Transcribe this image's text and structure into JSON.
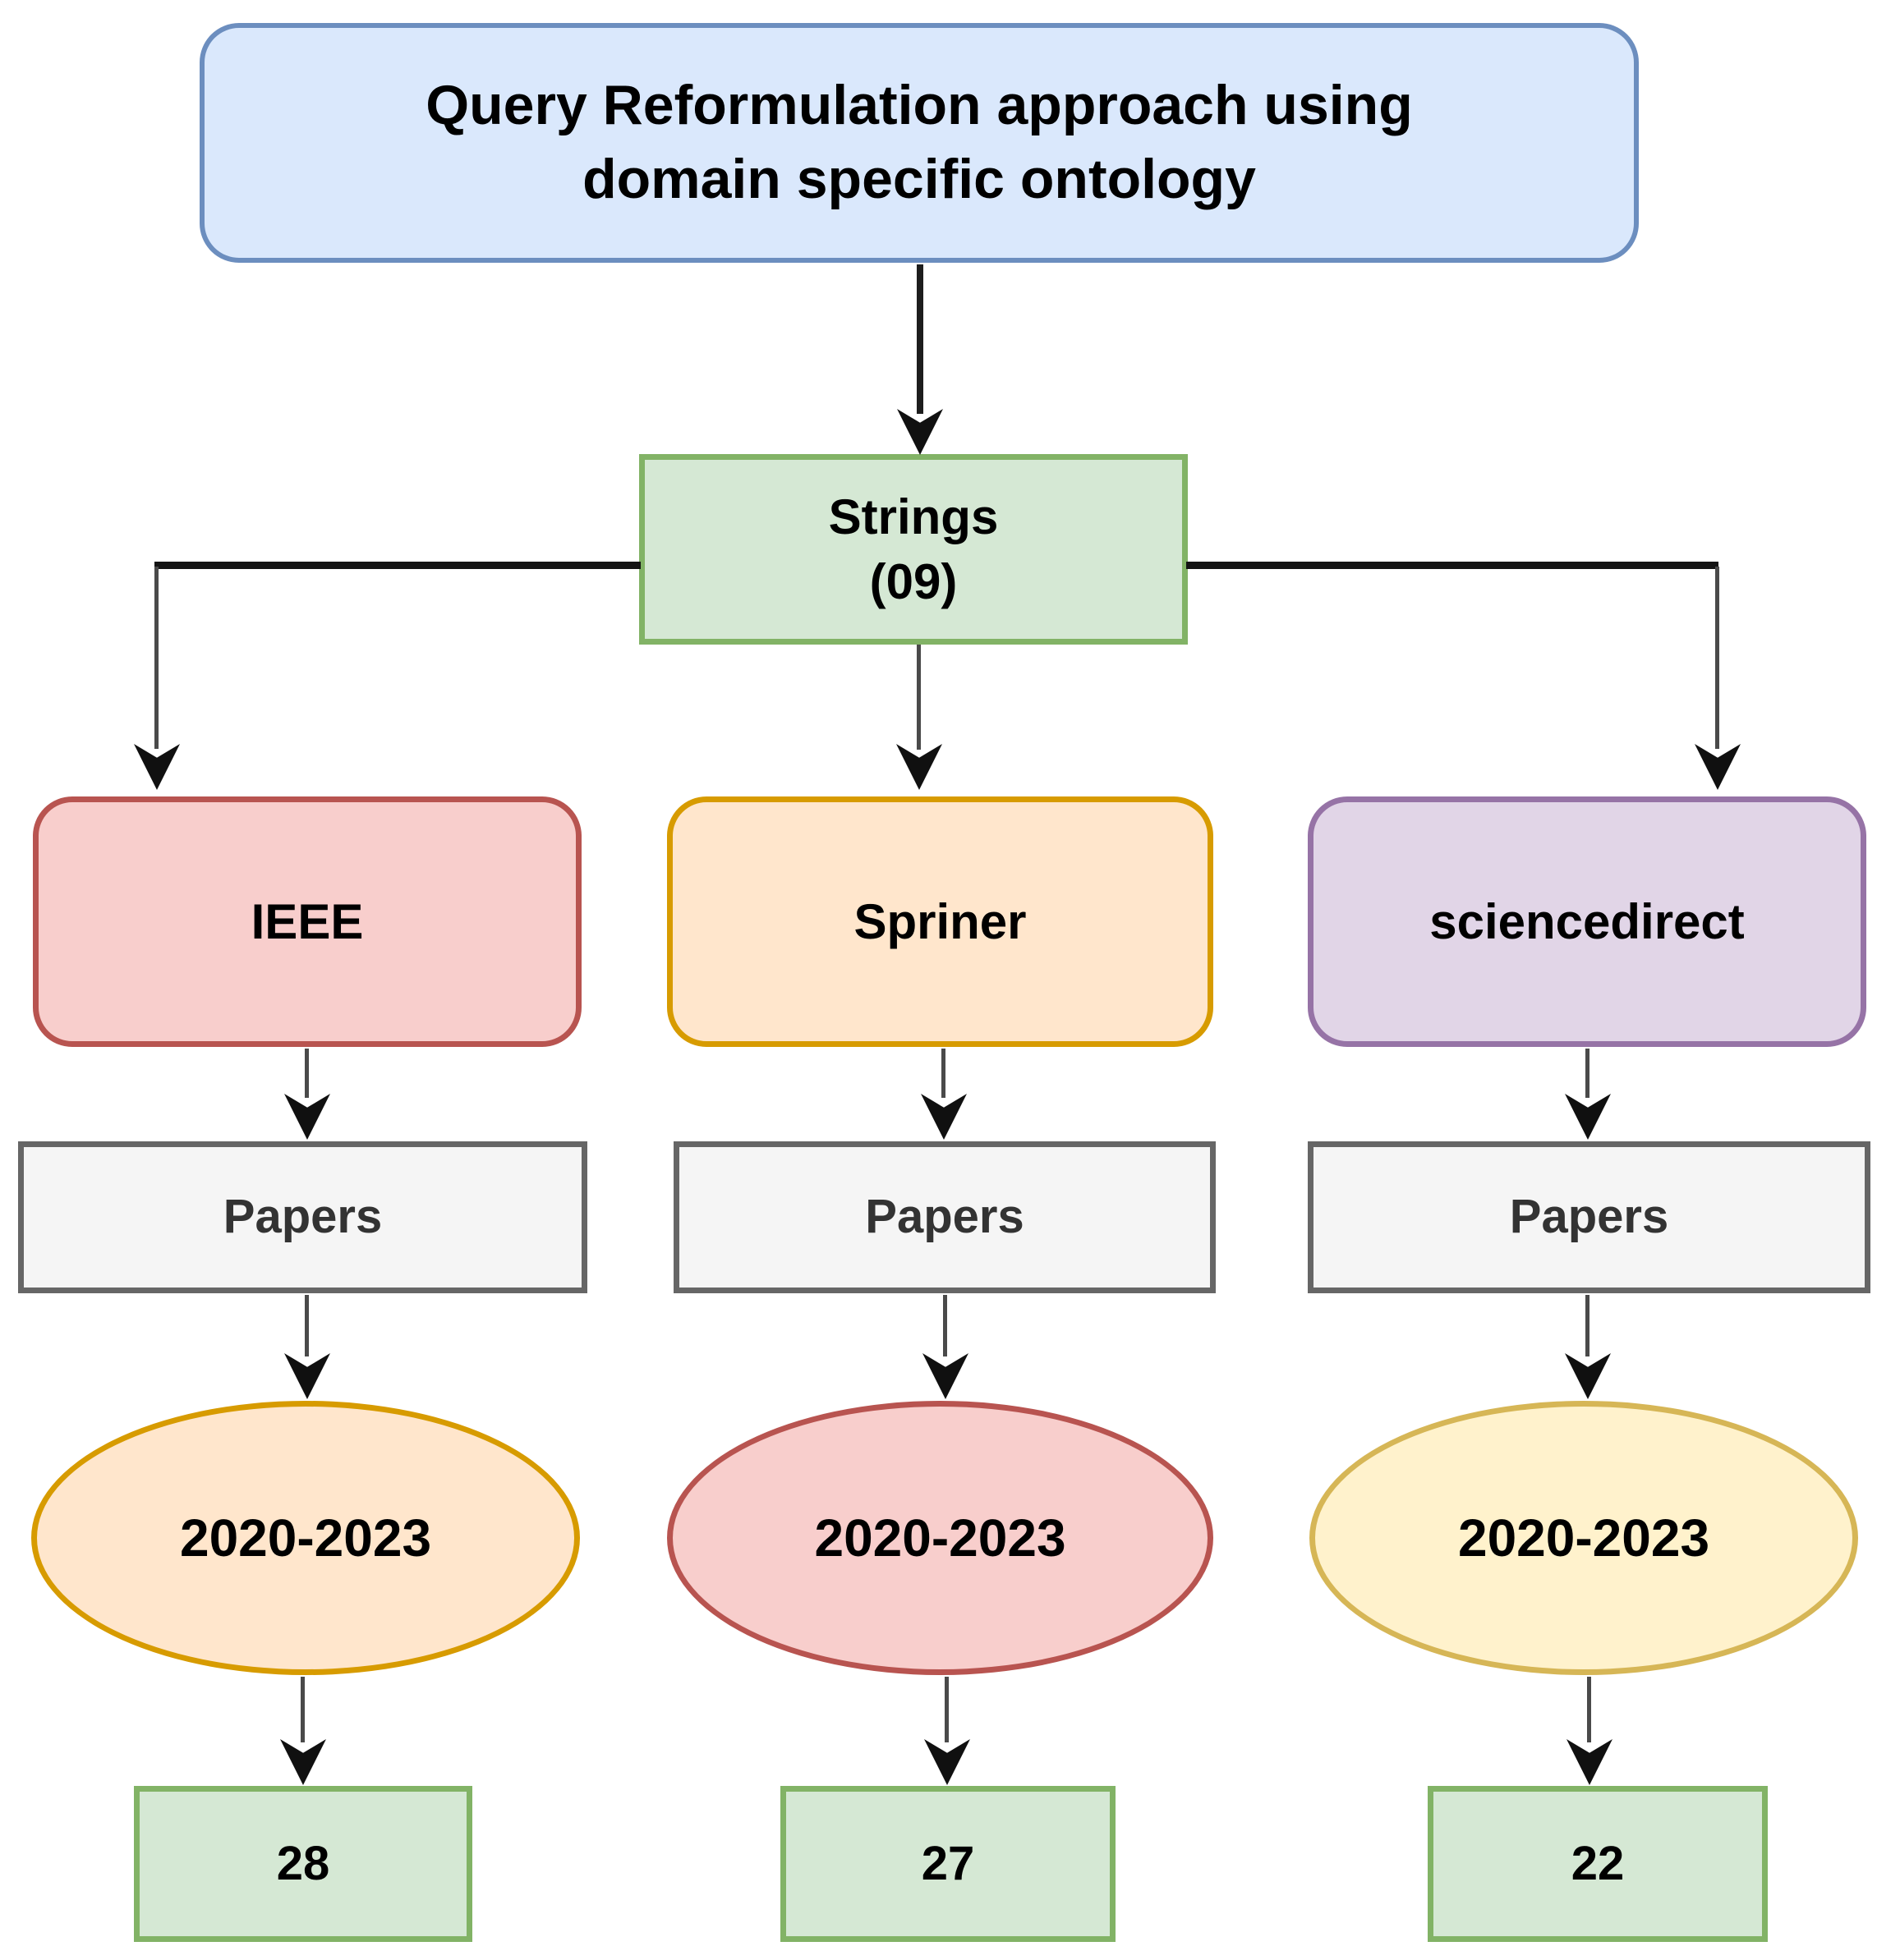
{
  "diagram": {
    "title_node": {
      "label": "Query Reformulation approach using domain specific ontology",
      "fill": "#dae8fc",
      "border": "#6c8ebf"
    },
    "strings_node": {
      "line1": "Strings",
      "line2": "(09)",
      "fill": "#d5e8d4",
      "border": "#82b366"
    },
    "columns": [
      {
        "id": "ieee",
        "source": {
          "label": "IEEE",
          "fill": "#f8cecc",
          "border": "#b85450"
        },
        "papers": {
          "label": "Papers",
          "fill": "#f5f5f5",
          "border": "#666666"
        },
        "years": {
          "label": "2020-2023",
          "fill": "#ffe6cc",
          "border": "#d79b00"
        },
        "count": {
          "label": "28",
          "fill": "#d5e8d4",
          "border": "#82b366"
        }
      },
      {
        "id": "spriner",
        "source": {
          "label": "Spriner",
          "fill": "#ffe6cc",
          "border": "#d79b00"
        },
        "papers": {
          "label": "Papers",
          "fill": "#f5f5f5",
          "border": "#666666"
        },
        "years": {
          "label": "2020-2023",
          "fill": "#f8cecc",
          "border": "#b85450"
        },
        "count": {
          "label": "27",
          "fill": "#d5e8d4",
          "border": "#82b366"
        }
      },
      {
        "id": "sciencedirect",
        "source": {
          "label": "sciencedirect",
          "fill": "#e1d5e7",
          "border": "#9673a6"
        },
        "papers": {
          "label": "Papers",
          "fill": "#f5f5f5",
          "border": "#666666"
        },
        "years": {
          "label": "2020-2023",
          "fill": "#fff2cc",
          "border": "#d6b656"
        },
        "count": {
          "label": "22",
          "fill": "#d5e8d4",
          "border": "#82b366"
        }
      }
    ],
    "text_color": "#000000",
    "papers_text_color": "#333333",
    "connector_color": "#1d1d1d"
  }
}
